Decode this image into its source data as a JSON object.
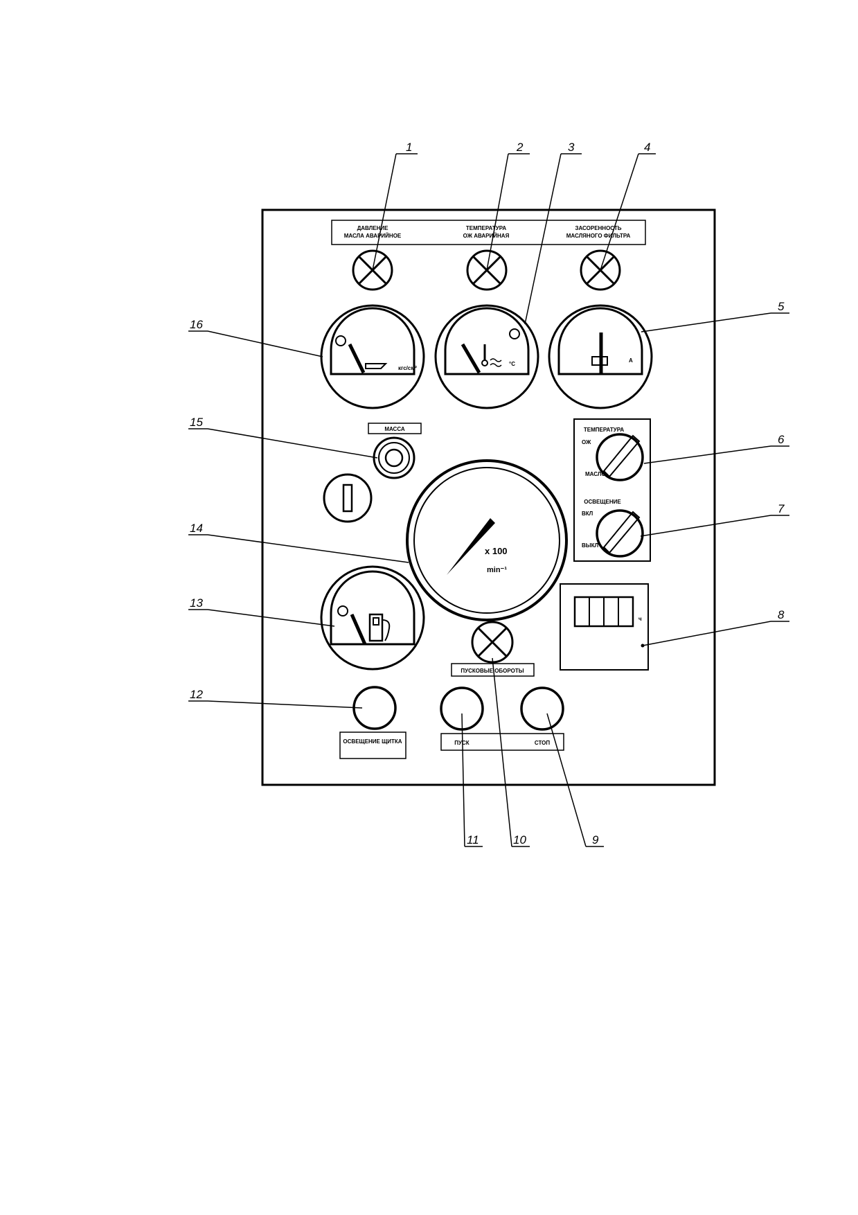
{
  "panel": {
    "header": {
      "oil_pressure_line1": "ДАВЛЕНИЕ",
      "oil_pressure_line2": "МАСЛА АВАРИЙНОЕ",
      "coolant_temp_line1": "ТЕМПЕРАТУРА",
      "coolant_temp_line2": "ОЖ АВАРИЙНАЯ",
      "filter_clog_line1": "ЗАСОРЕННОСТЬ",
      "filter_clog_line2": "МАСЛЯНОГО ФИЛЬТРА"
    },
    "gauges": {
      "oil_pressure_unit": "кгс/см²",
      "coolant_temp_unit": "°C",
      "ammeter_unit": "А",
      "tachometer_scale": "x 100",
      "tachometer_unit": "min⁻¹"
    },
    "mass_label": "МАССА",
    "temp_switch": {
      "title": "ТЕМПЕРАТУРА",
      "pos_top": "ОЖ",
      "pos_bottom": "МАСЛО"
    },
    "light_switch": {
      "title": "ОСВЕЩЕНИЕ",
      "pos_on": "ВКЛ",
      "pos_off": "ВЫКЛ"
    },
    "hour_meter_unit": "ч",
    "start_revs_label": "ПУСКОВЫЕ ОБОРОТЫ",
    "buttons": {
      "panel_light": "ОСВЕЩЕНИЕ ЩИТКА",
      "start": "ПУСК",
      "stop": "СТОП"
    }
  },
  "callouts": [
    "1",
    "2",
    "3",
    "4",
    "5",
    "6",
    "7",
    "8",
    "9",
    "10",
    "11",
    "12",
    "13",
    "14",
    "15",
    "16"
  ],
  "icons": {
    "warning_lamp": "lamp-cross-icon",
    "oil_can": "oil-can-icon",
    "coolant": "coolant-temp-icon",
    "battery": "battery-icon",
    "fuel_pump": "fuel-pump-icon"
  }
}
